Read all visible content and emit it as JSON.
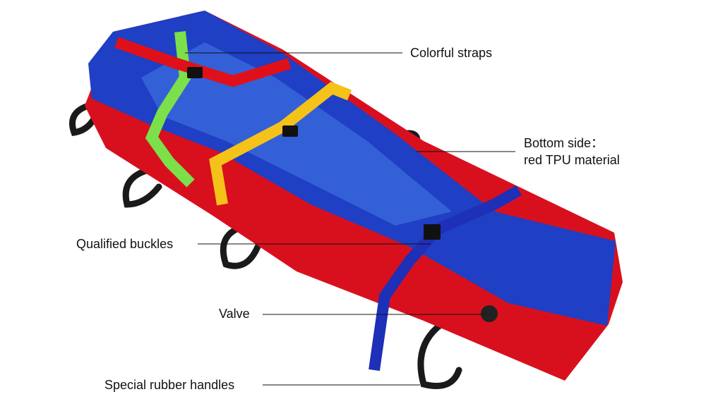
{
  "labels": {
    "colorful_straps": "Colorful straps",
    "bottom_side_line1": "Bottom side：",
    "bottom_side_line2": "red TPU material",
    "qualified_buckles": "Qualified buckles",
    "valve": "Valve",
    "special_rubber_handles": "Special rubber handles"
  },
  "colors": {
    "body_red": "#d8101e",
    "inner_blue": "#1f3fc4",
    "strap_green": "#7be04a",
    "strap_yellow": "#f5c21a",
    "strap_red": "#e0101a",
    "strap_blue": "#1e2fb8",
    "handle_black": "#1a1a1a"
  }
}
